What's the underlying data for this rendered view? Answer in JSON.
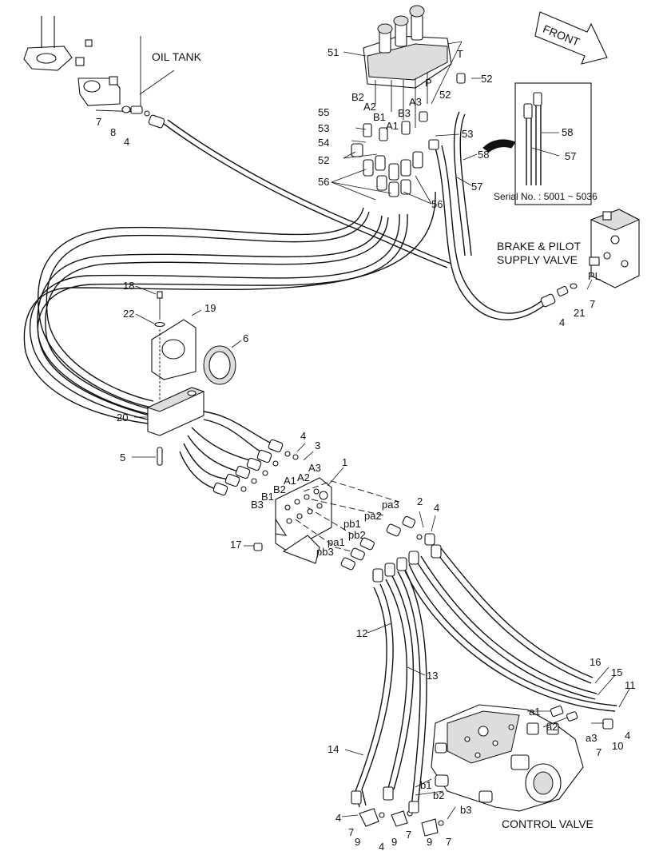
{
  "captions": {
    "oil_tank": "OIL TANK",
    "front": "FRONT",
    "brake_valve_line1": "BRAKE & PILOT",
    "brake_valve_line2": "SUPPLY VALVE",
    "control_valve": "CONTROL VALVE",
    "serial": "Serial No. : 5001 ~ 5036"
  },
  "callouts": {
    "n1": "1",
    "n2": "2",
    "n3": "3",
    "n4": "4",
    "n5": "5",
    "n6": "6",
    "n7": "7",
    "n8": "8",
    "n9": "9",
    "n10": "10",
    "n11": "11",
    "n12": "12",
    "n13": "13",
    "n14": "14",
    "n15": "15",
    "n16": "16",
    "n17": "17",
    "n18": "18",
    "n19": "19",
    "n20": "20",
    "n21": "21",
    "n22": "22",
    "n51": "51",
    "n52": "52",
    "n53": "53",
    "n54": "54",
    "n55": "55",
    "n56": "56",
    "n57": "57",
    "n58": "58"
  },
  "ports": {
    "T": "T",
    "P": "P",
    "PL": "PL",
    "A1": "A1",
    "A2": "A2",
    "A3": "A3",
    "B1": "B1",
    "B2": "B2",
    "B3": "B3",
    "pa1": "pa1",
    "pa2": "pa2",
    "pa3": "pa3",
    "pb1": "pb1",
    "pb2": "pb2",
    "pb3": "pb3",
    "a1": "a1",
    "a2": "a2",
    "a3": "a3",
    "b1": "b1",
    "b2": "b2",
    "b3": "b3"
  },
  "icons": [
    "front-arrow-icon",
    "pilot-valve-icon",
    "control-valve-icon",
    "brake-valve-icon"
  ]
}
